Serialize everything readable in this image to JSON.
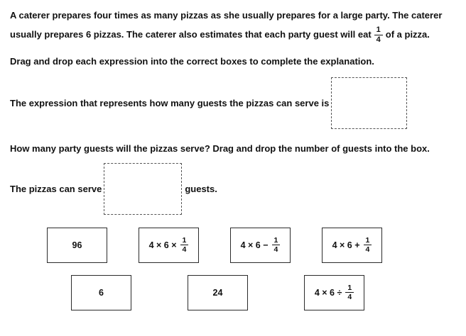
{
  "intro": {
    "text_before_fraction": "A caterer prepares four times as many pizzas as she usually prepares for a large party. The caterer usually prepares 6 pizzas. The caterer also estimates that each party guest will eat",
    "fraction": {
      "numerator": "1",
      "denominator": "4"
    },
    "text_after_fraction": "of a pizza."
  },
  "instructions": {
    "expressions": "Drag and drop each expression into the correct boxes to complete the explanation.",
    "guests": "How many party guests will the pizzas serve? Drag and drop the number of guests into the box."
  },
  "expression_sentence": {
    "label": "The expression that represents how many guests the pizzas can serve is"
  },
  "guests_sentence": {
    "prefix": "The pizzas can serve",
    "suffix": "guests."
  },
  "tiles": {
    "row1": [
      {
        "label": "96"
      },
      {
        "prefix": "4 × 6 ×",
        "num": "1",
        "den": "4"
      },
      {
        "prefix": "4 × 6 −",
        "num": "1",
        "den": "4"
      },
      {
        "prefix": "4 × 6 +",
        "num": "1",
        "den": "4"
      }
    ],
    "row2": [
      {
        "label": "6"
      },
      {
        "label": "24"
      },
      {
        "prefix": "4 × 6 ÷",
        "num": "1",
        "den": "4"
      }
    ]
  },
  "colors": {
    "background": "#ffffff",
    "text": "#111111",
    "border": "#2b2b2b"
  }
}
